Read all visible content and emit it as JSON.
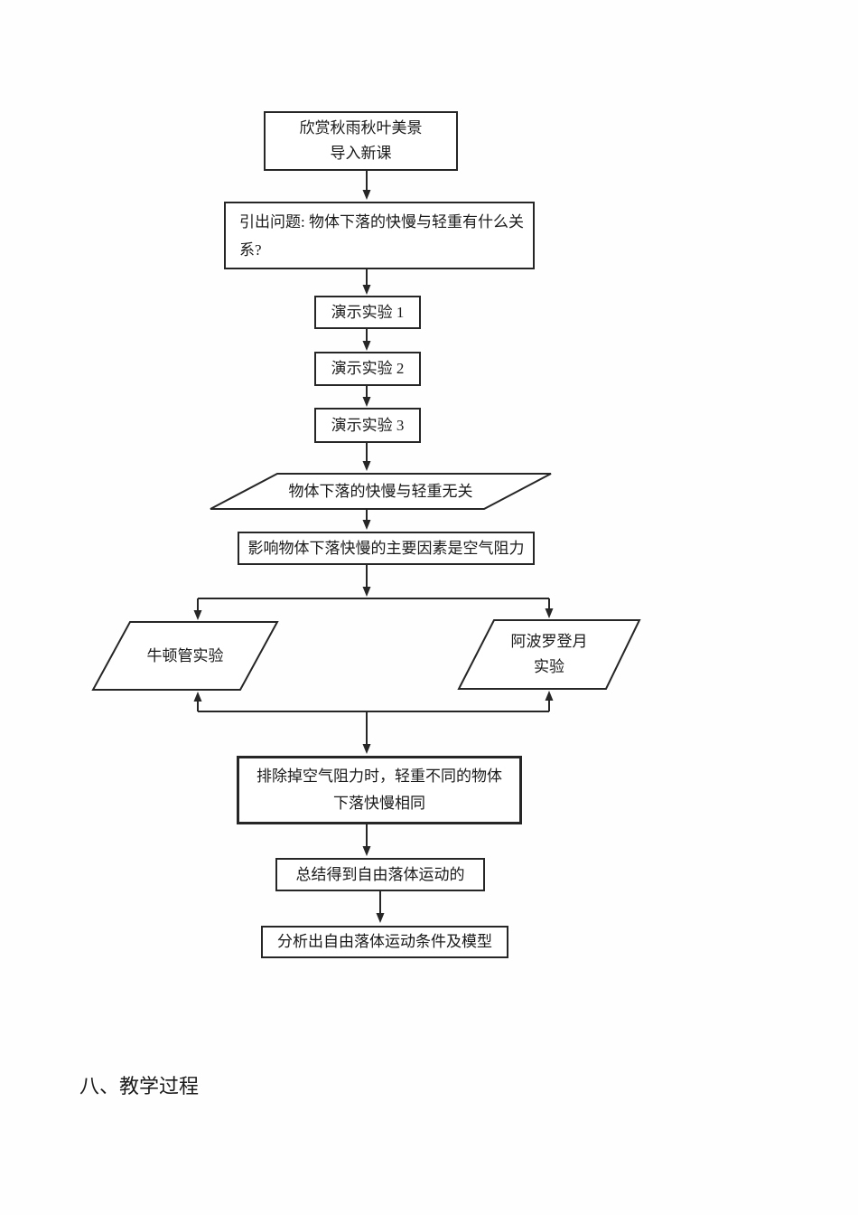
{
  "colors": {
    "ink": "#1a1a1a",
    "line": "#262626",
    "background": "#ffffff"
  },
  "flowchart": {
    "nodes": [
      {
        "id": "intro",
        "shape": "rect",
        "lines": [
          "欣赏秋雨秋叶美景",
          "导入新课"
        ]
      },
      {
        "id": "question",
        "shape": "rect",
        "lines": [
          "引出问题: 物体下落的快慢与轻重有什么关",
          "系?"
        ]
      },
      {
        "id": "demo-1",
        "shape": "rect",
        "lines": [
          "演示实验 1"
        ]
      },
      {
        "id": "demo-2",
        "shape": "rect",
        "lines": [
          "演示实验 2"
        ]
      },
      {
        "id": "demo-3",
        "shape": "rect",
        "lines": [
          "演示实验 3"
        ]
      },
      {
        "id": "weight-irrelevant",
        "shape": "parallelogram",
        "lines": [
          "物体下落的快慢与轻重无关"
        ]
      },
      {
        "id": "air-resistance-factor",
        "shape": "rect",
        "lines": [
          "影响物体下落快慢的主要因素是空气阻力"
        ]
      },
      {
        "id": "newton-tube",
        "shape": "parallelogram",
        "lines": [
          "牛顿管实验"
        ]
      },
      {
        "id": "apollo-moon",
        "shape": "parallelogram",
        "lines": [
          "阿波罗登月",
          "实验"
        ]
      },
      {
        "id": "no-air-same-speed",
        "shape": "rect",
        "lines": [
          "排除掉空气阻力时，轻重不同的物体",
          "下落快慢相同"
        ]
      },
      {
        "id": "summary-free-fall",
        "shape": "rect",
        "lines": [
          "总结得到自由落体运动的"
        ]
      },
      {
        "id": "model-conditions",
        "shape": "rect",
        "lines": [
          "分析出自由落体运动条件及模型"
        ]
      }
    ]
  },
  "document": {
    "section_heading": "八、教学过程"
  }
}
